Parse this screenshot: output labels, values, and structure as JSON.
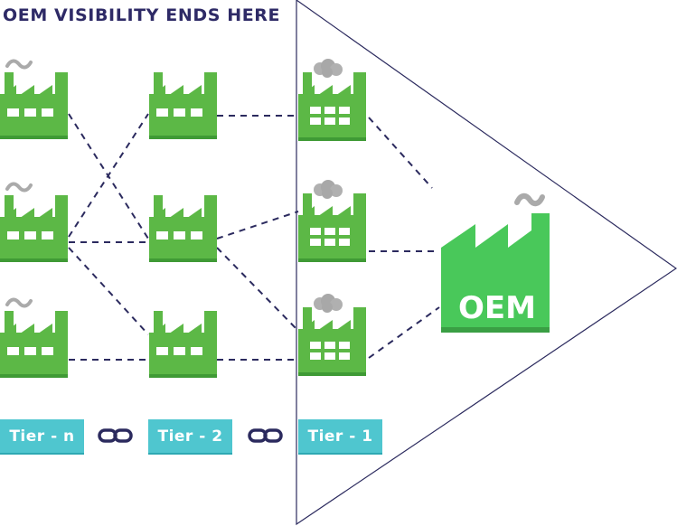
{
  "title": "OEM VISIBILITY ENDS HERE",
  "oem_label": "OEM",
  "tiers": [
    "Tier - n",
    "Tier - 2",
    "Tier - 1"
  ],
  "icons": {
    "factory": "factory-icon",
    "smoke": "smoke-icon",
    "cloud": "cloud-icon",
    "link": "chain-link-icon"
  },
  "colors": {
    "factory_green": "#5cb846",
    "factory_green_light": "#49c85a",
    "title_text": "#2e2a66",
    "line": "#2b2a5e",
    "tier_badge": "#4fc6cf",
    "smoke": "#aaaaaa"
  }
}
